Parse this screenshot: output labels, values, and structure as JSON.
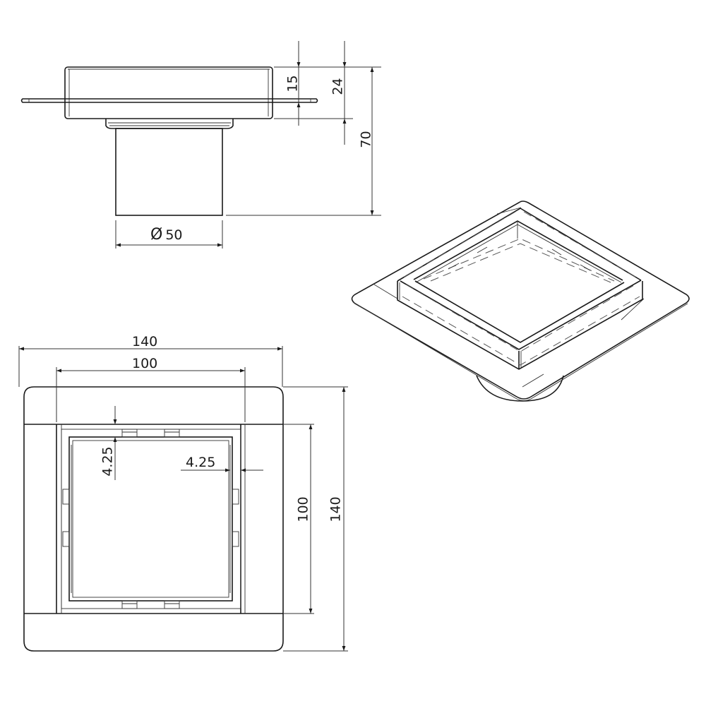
{
  "drawing": {
    "type": "technical drawing",
    "subject": "square floor drain with flange and outlet pipe",
    "units": "mm",
    "line_color": "#1a1a1a",
    "background": "#ffffff"
  },
  "views": {
    "side_view": {
      "dimensions": {
        "frame_height": "15",
        "body_height": "24",
        "total_height": "70",
        "outlet_diameter_symbol": "Ø",
        "outlet_diameter": "50"
      }
    },
    "top_view": {
      "dimensions": {
        "outer_width": "140",
        "inner_width": "100",
        "outer_height": "140",
        "inner_height": "100",
        "gap_top": "4.25",
        "gap_side": "4.25"
      }
    },
    "isometric_view": {
      "label": ""
    }
  }
}
